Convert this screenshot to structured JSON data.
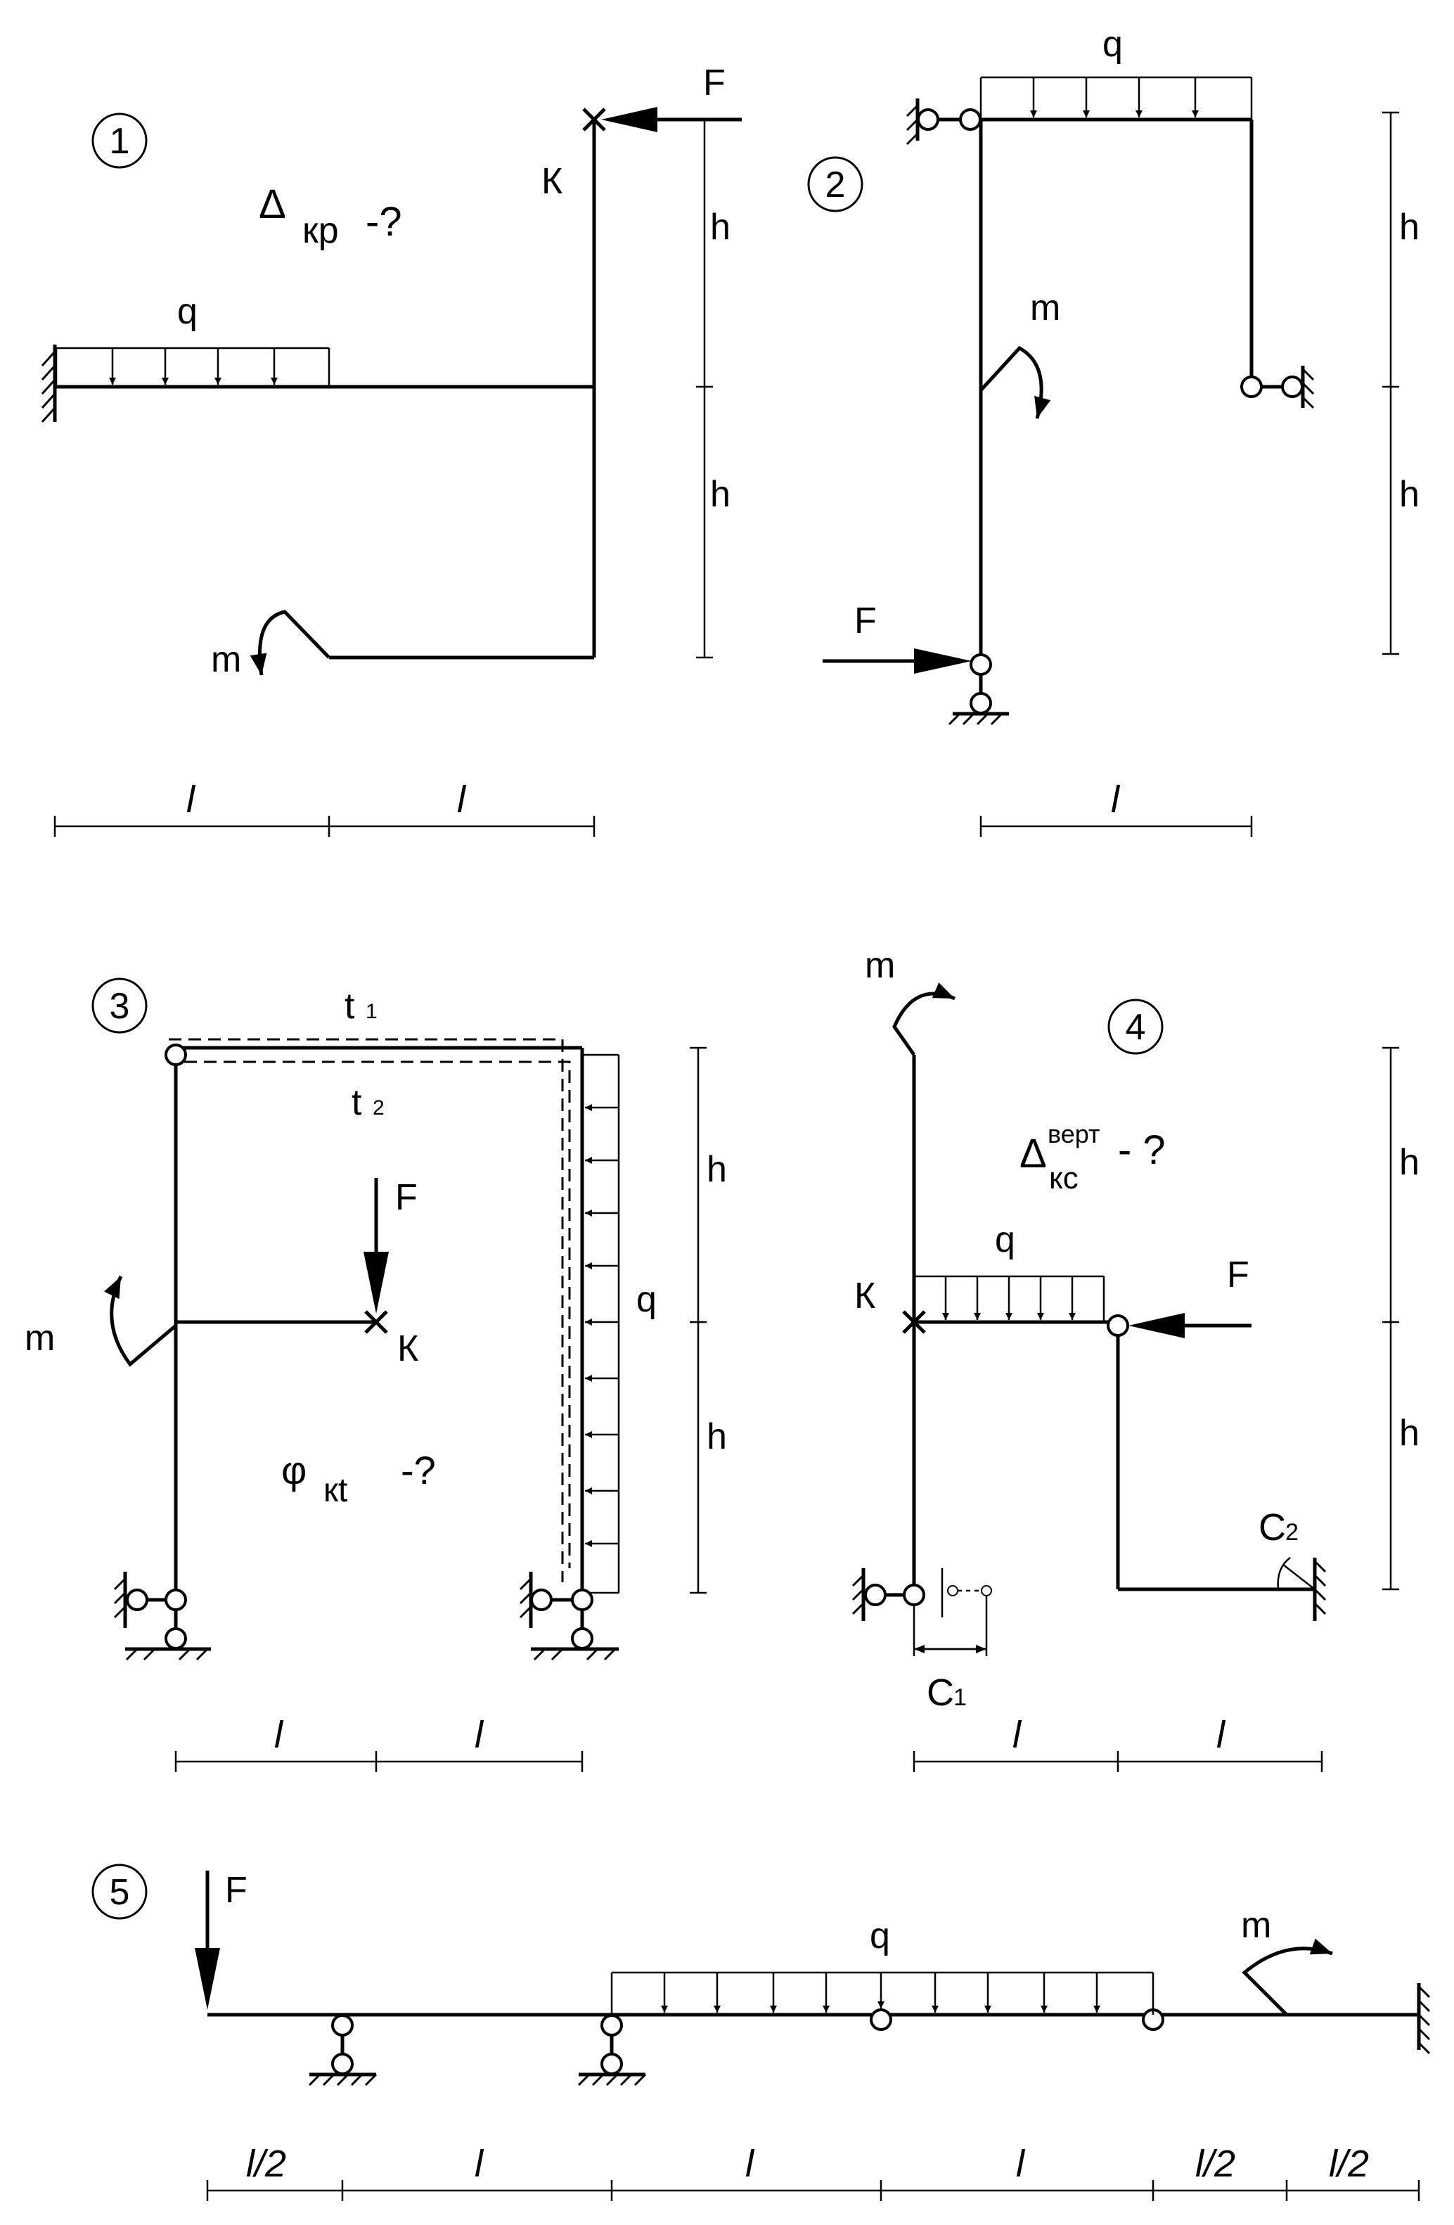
{
  "colors": {
    "ink": "#000000",
    "background": "#ffffff"
  },
  "labels": {
    "n1": "1",
    "n2": "2",
    "n3": "3",
    "n4": "4",
    "n5": "5",
    "q": "q",
    "F": "F",
    "m": "m",
    "h": "h",
    "l": "l",
    "l_half": "l/2",
    "K": "К",
    "delta": "Δ",
    "kp_sub": "кр",
    "query": "-?",
    "kc_sub": "кс",
    "vert_sup": "верт",
    "query_spaced": "- ?",
    "phi": "φ",
    "kt_sub": "кt",
    "query_phi": "-?",
    "t1_main": "t",
    "t1_sub": "1",
    "t2_main": "t",
    "t2_sub": "2",
    "C1_main": "C",
    "C1_sub": "1",
    "C2_main": "C",
    "C2_sub": "2"
  }
}
